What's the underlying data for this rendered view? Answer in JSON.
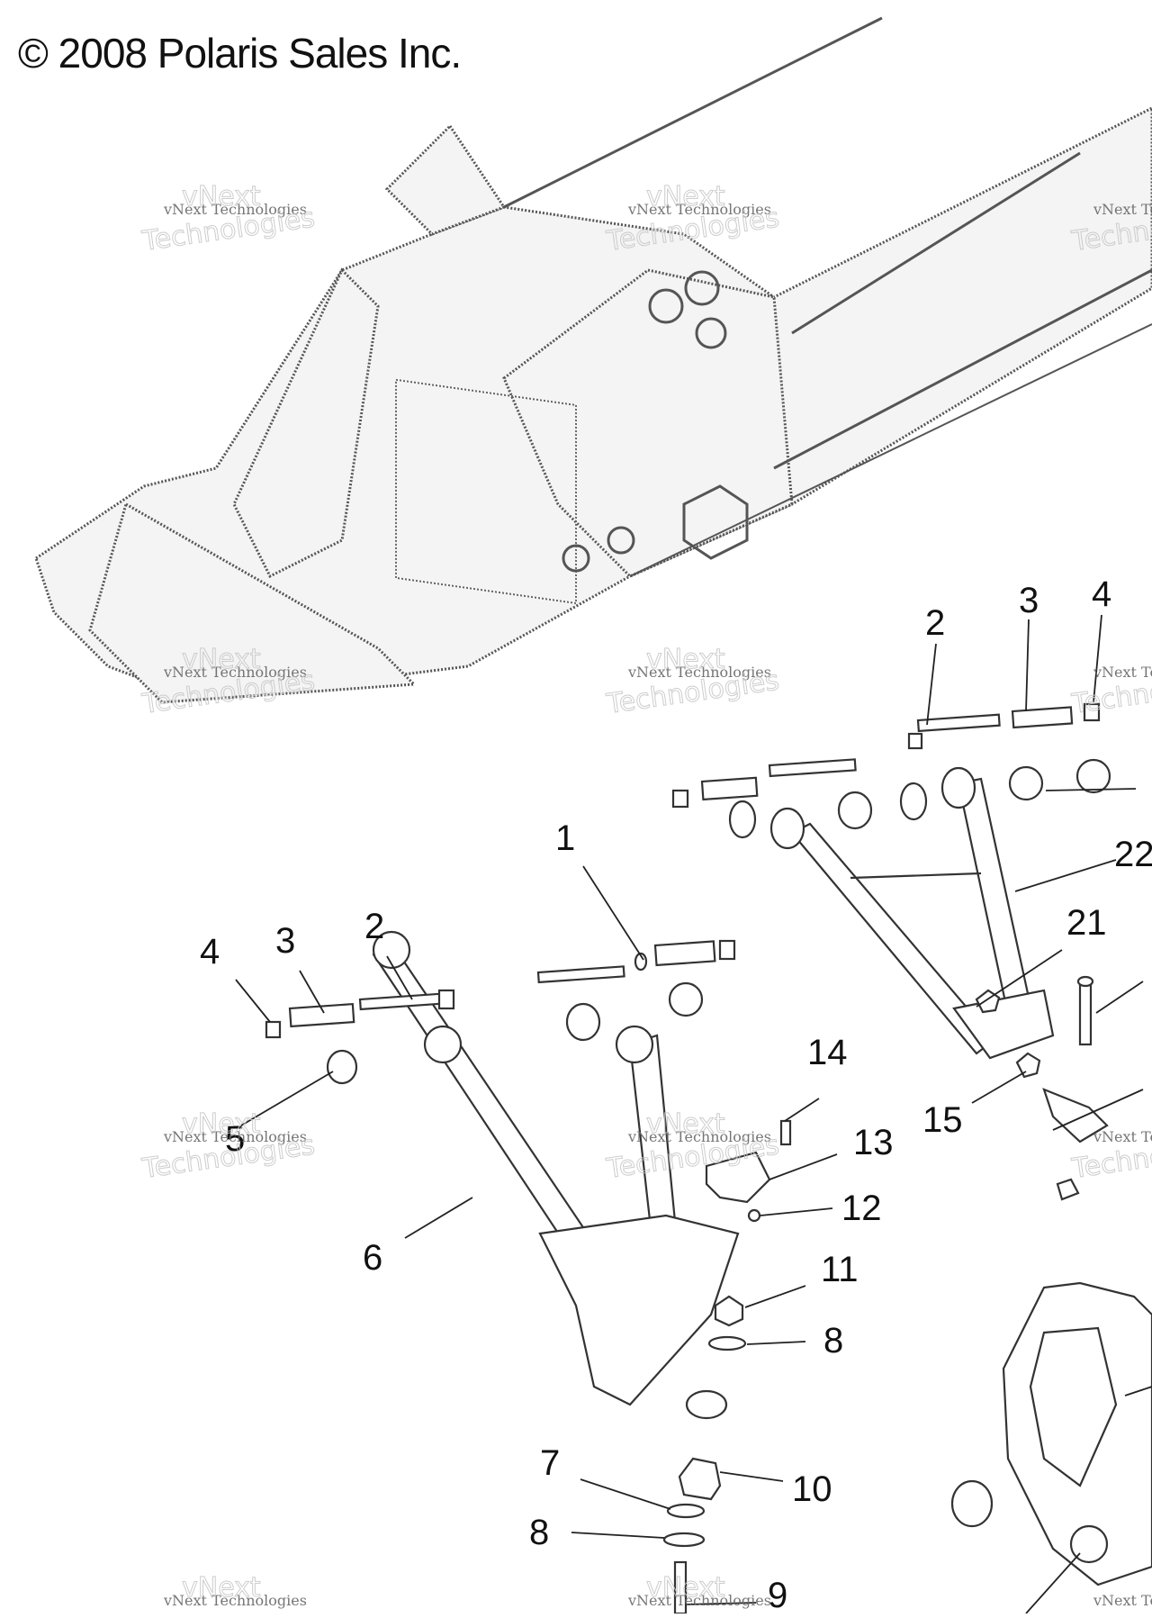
{
  "copyright": "© 2008 Polaris Sales Inc.",
  "watermark": {
    "line1": "vNext Technologies",
    "line2": "Technologies",
    "line3": "vNext"
  },
  "callouts": [
    {
      "id": "c1",
      "text": "1"
    },
    {
      "id": "c2a",
      "text": "2"
    },
    {
      "id": "c3a",
      "text": "3"
    },
    {
      "id": "c4a",
      "text": "4"
    },
    {
      "id": "c2b",
      "text": "2"
    },
    {
      "id": "c3b",
      "text": "3"
    },
    {
      "id": "c4b",
      "text": "4"
    },
    {
      "id": "c5",
      "text": "5"
    },
    {
      "id": "c6",
      "text": "6"
    },
    {
      "id": "c7",
      "text": "7"
    },
    {
      "id": "c8a",
      "text": "8"
    },
    {
      "id": "c8b",
      "text": "8"
    },
    {
      "id": "c9",
      "text": "9"
    },
    {
      "id": "c10",
      "text": "10"
    },
    {
      "id": "c11",
      "text": "11"
    },
    {
      "id": "c12",
      "text": "12"
    },
    {
      "id": "c13",
      "text": "13"
    },
    {
      "id": "c14",
      "text": "14"
    },
    {
      "id": "c15",
      "text": "15"
    },
    {
      "id": "c21",
      "text": "21"
    },
    {
      "id": "c22",
      "text": "22"
    }
  ]
}
